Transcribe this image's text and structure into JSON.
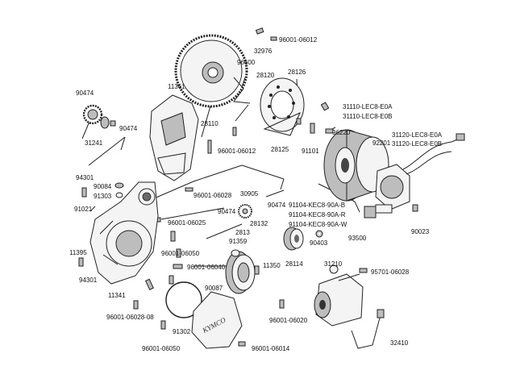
{
  "diagram": {
    "logo": "KYMCO",
    "labels": {
      "p90474a": "90474",
      "p90474b": "90474",
      "p31241": "31241",
      "p11361": "11361",
      "p28110": "28110",
      "p96600": "96600",
      "p32976": "32976",
      "p96001_06012a": "96001-06012",
      "p28120": "28120",
      "p28126": "28126",
      "p96001_06012b": "96001-06012",
      "p28125": "28125",
      "p91101": "91101",
      "p96220": "96220",
      "p31110a": "31110-LEC8-E0A",
      "p31110b": "31110-LEC8-E0B",
      "p31120a": "31120-LEC8-E0A",
      "p31120b": "31120-LEC8-E0B",
      "p92201": "92201",
      "p94301a": "94301",
      "p90084": "90084",
      "p91303": "91303",
      "p96001_06028": "96001-06028",
      "p30905": "30905",
      "p90474c": "90474",
      "p90474d": "90474",
      "p28132": "28132",
      "p91021": "91021",
      "p96001_06025": "96001-06025",
      "p91104b": "91104-KEC8-90A-B",
      "p91104r": "91104-KEC8-90A-R",
      "p91104w": "91104-KEC8-90A-W",
      "p93500": "93500",
      "p90023": "90023",
      "p2813": "2813",
      "p91359": "91359",
      "p90403": "90403",
      "p11395": "11395",
      "p96001_06050a": "96001-06050",
      "p96001_06040": "96001-06040",
      "p11350": "11350",
      "p28114": "28114",
      "p31210": "31210",
      "p94301b": "94301",
      "p95701_06028": "95701-06028",
      "p11341": "11341",
      "p90087": "90087",
      "p96001_06020": "96001-06020",
      "p96001_06028_08": "96001-06028-08",
      "p91302": "91302",
      "p96001_06050b": "96001-06050",
      "p96001_06014": "96001-06014",
      "p32410": "32410"
    }
  }
}
